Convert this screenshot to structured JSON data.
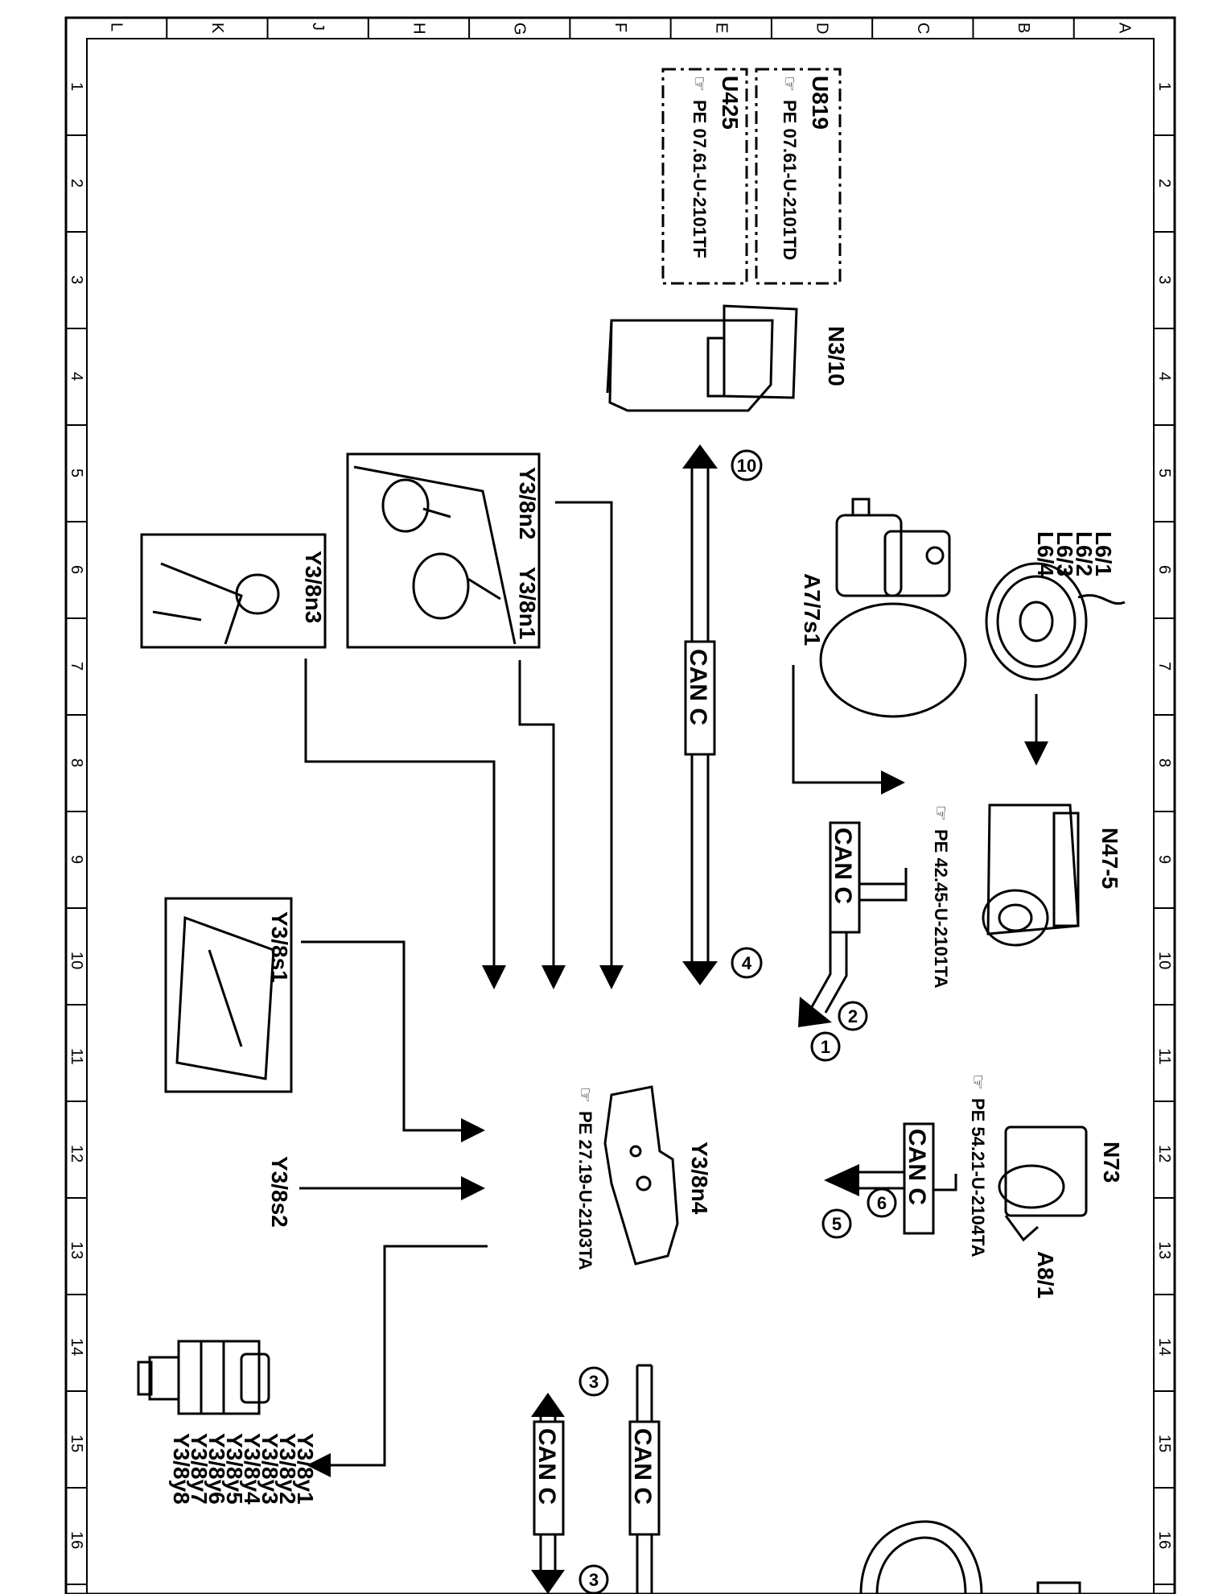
{
  "frame": {
    "columns": [
      "L",
      "K",
      "J",
      "H",
      "G",
      "F",
      "E",
      "D",
      "C",
      "B",
      "A"
    ],
    "rows": [
      "1",
      "2",
      "3",
      "4",
      "5",
      "6",
      "7",
      "8",
      "9",
      "10",
      "11",
      "12",
      "13",
      "14",
      "15",
      "16"
    ]
  },
  "components": {
    "n3_10": "N3/10",
    "n47_5": "N47-5",
    "n73": "N73",
    "a8_1": "A8/1",
    "a7_7s1": "A7/7s1",
    "l6": [
      "L6/1",
      "L6/2",
      "L6/3",
      "L6/4"
    ],
    "y3_8n1": "Y3/8n1",
    "y3_8n2": "Y3/8n2",
    "y3_8n3": "Y3/8n3",
    "y3_8n4": "Y3/8n4",
    "y3_8s1": "Y3/8s1",
    "y3_8s2": "Y3/8s2",
    "valves": [
      "Y3/8y1",
      "Y3/8y2",
      "Y3/8y3",
      "Y3/8y4",
      "Y3/8y5",
      "Y3/8y6",
      "Y3/8y7",
      "Y3/8y8"
    ]
  },
  "boxes": {
    "u819": {
      "title": "U819",
      "ref": "PE 07.61-U-2101TD"
    },
    "u425": {
      "title": "U425",
      "ref": "PE 07.61-U-2101TF"
    }
  },
  "refs": {
    "n47_5": "PE 42.45-U-2101TA",
    "n73": "PE 54.21-U-2104TA",
    "y3_8n4": "PE 27.19-U-2103TA"
  },
  "can": {
    "label": "CAN C"
  },
  "circles": {
    "c10": "10",
    "c4": "4",
    "c2": "2",
    "c1": "1",
    "c6": "6",
    "c5": "5",
    "c3a": "3",
    "c3b": "3"
  }
}
